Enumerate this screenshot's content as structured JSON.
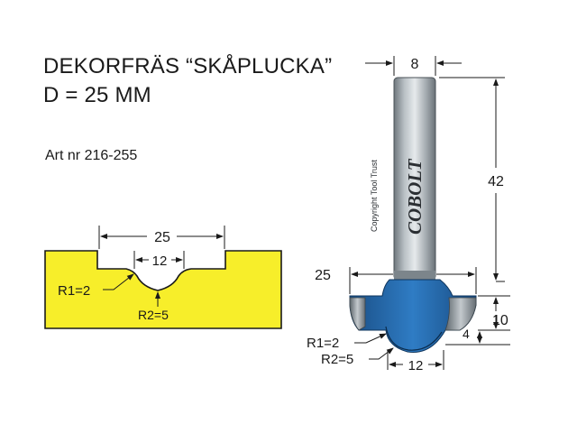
{
  "title": {
    "line1": "DEKORFRÄS “SKÅPLUCKA”",
    "line2": "D = 25 MM"
  },
  "article": "Art nr 216-255",
  "profile": {
    "width_label": "25",
    "groove_label": "12",
    "r1_label": "R1=2",
    "r2_label": "R2=5",
    "fill_color": "#f7ee2a"
  },
  "cutter": {
    "shank_label": "8",
    "shank_length_label": "42",
    "diameter_label": "25",
    "height_label": "10",
    "small_label": "4",
    "groove_label": "12",
    "r1_label": "R1=2",
    "r2_label": "R2=5",
    "brand": "COBOLT",
    "copyright": "Copyright Tool Trust",
    "blue_color": "#1f63a8",
    "steel_color": "#8c959c"
  }
}
